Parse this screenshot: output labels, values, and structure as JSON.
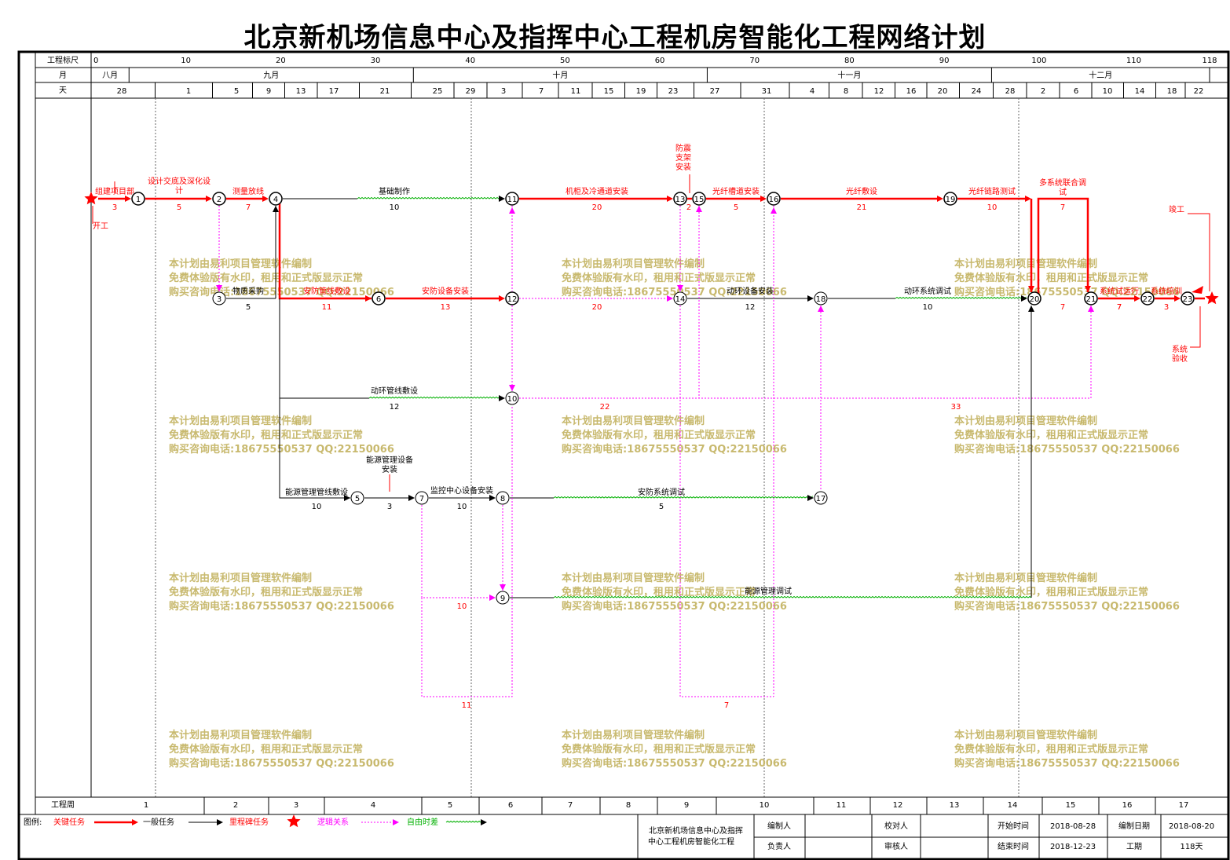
{
  "title": "北京新机场信息中心及指挥中心工程机房智能化工程网络计划",
  "header": {
    "scale_label": "工程标尺",
    "month_label": "月",
    "day_label": "天",
    "week_label": "工程周"
  },
  "scale_ticks": [
    "0",
    "10",
    "20",
    "30",
    "40",
    "50",
    "60",
    "70",
    "80",
    "90",
    "100",
    "110",
    "118"
  ],
  "months": [
    "八月",
    "九月",
    "十月",
    "十一月",
    "十二月"
  ],
  "days": [
    "28",
    "1",
    "5",
    "9",
    "13",
    "17",
    "21",
    "25",
    "29",
    "3",
    "7",
    "11",
    "15",
    "19",
    "23",
    "27",
    "31",
    "4",
    "8",
    "12",
    "16",
    "20",
    "24",
    "28",
    "2",
    "6",
    "10",
    "14",
    "18",
    "22"
  ],
  "weeks": [
    "1",
    "2",
    "3",
    "4",
    "5",
    "6",
    "7",
    "8",
    "9",
    "10",
    "11",
    "12",
    "13",
    "14",
    "15",
    "16",
    "17"
  ],
  "nodes": [
    "1",
    "2",
    "3",
    "4",
    "5",
    "6",
    "7",
    "8",
    "9",
    "10",
    "11",
    "12",
    "13",
    "14",
    "15",
    "16",
    "17",
    "18",
    "19",
    "20",
    "21",
    "22",
    "23"
  ],
  "tasks": [
    {
      "name": "组建项目部",
      "duration": "3",
      "type": "critical"
    },
    {
      "name": "设计交底及深化设计",
      "duration": "5",
      "type": "critical"
    },
    {
      "name": "测量放线",
      "duration": "7",
      "type": "critical"
    },
    {
      "name": "基础制作",
      "duration": "10",
      "type": "general"
    },
    {
      "name": "机柜及冷通道安装",
      "duration": "20",
      "type": "critical"
    },
    {
      "name": "防震支架安装",
      "duration": "2",
      "type": "critical"
    },
    {
      "name": "光纤槽道安装",
      "duration": "5",
      "type": "critical"
    },
    {
      "name": "光纤敷设",
      "duration": "21",
      "type": "critical"
    },
    {
      "name": "光纤链路测试",
      "duration": "10",
      "type": "critical"
    },
    {
      "name": "多系统联合调试",
      "duration": "7",
      "type": "critical"
    },
    {
      "name": "物质采购",
      "duration": "5",
      "type": "general"
    },
    {
      "name": "安防管线敷设",
      "duration": "11",
      "type": "critical"
    },
    {
      "name": "安防设备安装",
      "duration": "13",
      "type": "critical"
    },
    {
      "name": "动环设备安装",
      "duration": "12",
      "type": "general"
    },
    {
      "name": "动环系统调试",
      "duration": "10",
      "type": "general"
    },
    {
      "name": "系统试运行",
      "duration": "7",
      "type": "critical"
    },
    {
      "name": "系统培训",
      "duration": "3",
      "type": "critical"
    },
    {
      "name": "系统验收",
      "duration": "",
      "type": "milestone"
    },
    {
      "name": "动环管线敷设",
      "duration": "12",
      "type": "general"
    },
    {
      "name": "能源管理管线敷设",
      "duration": "10",
      "type": "general"
    },
    {
      "name": "能源管理设备安装",
      "duration": "3",
      "type": "general"
    },
    {
      "name": "监控中心设备安装",
      "duration": "10",
      "type": "general"
    },
    {
      "name": "安防系统调试",
      "duration": "5",
      "type": "general"
    },
    {
      "name": "能源管理调试",
      "duration": "",
      "type": "general"
    }
  ],
  "milestones": {
    "start": "开工",
    "end": "竣工"
  },
  "logic_durations": [
    "7",
    "20",
    "22",
    "33",
    "10",
    "11",
    "7"
  ],
  "watermark": {
    "line1": "本计划由易利项目管理软件编制",
    "line2": "免费体验版有水印，租用和正式版显示正常",
    "line3": "购买咨询电话:18675550537 QQ:22150066"
  },
  "legend": {
    "label": "图例:",
    "critical": "关键任务",
    "general": "一般任务",
    "milestone": "里程碑任务",
    "logic": "逻辑关系",
    "float": "自由时差"
  },
  "footer": {
    "project_name": "北京新机场信息中心及指挥中心工程机房智能化工程",
    "editor_label": "编制人",
    "reviewer_label": "校对人",
    "start_label": "开始时间",
    "start_value": "2018-08-28",
    "edit_date_label": "编制日期",
    "edit_date_value": "2018-08-20",
    "owner_label": "负责人",
    "auditor_label": "审核人",
    "end_label": "结束时间",
    "end_value": "2018-12-23",
    "period_label": "工期",
    "period_value": "118天"
  },
  "colors": {
    "critical": "#ff0000",
    "general": "#000000",
    "logic": "#ff00ff",
    "float": "#00b000",
    "watermark": "#c8b96e"
  }
}
